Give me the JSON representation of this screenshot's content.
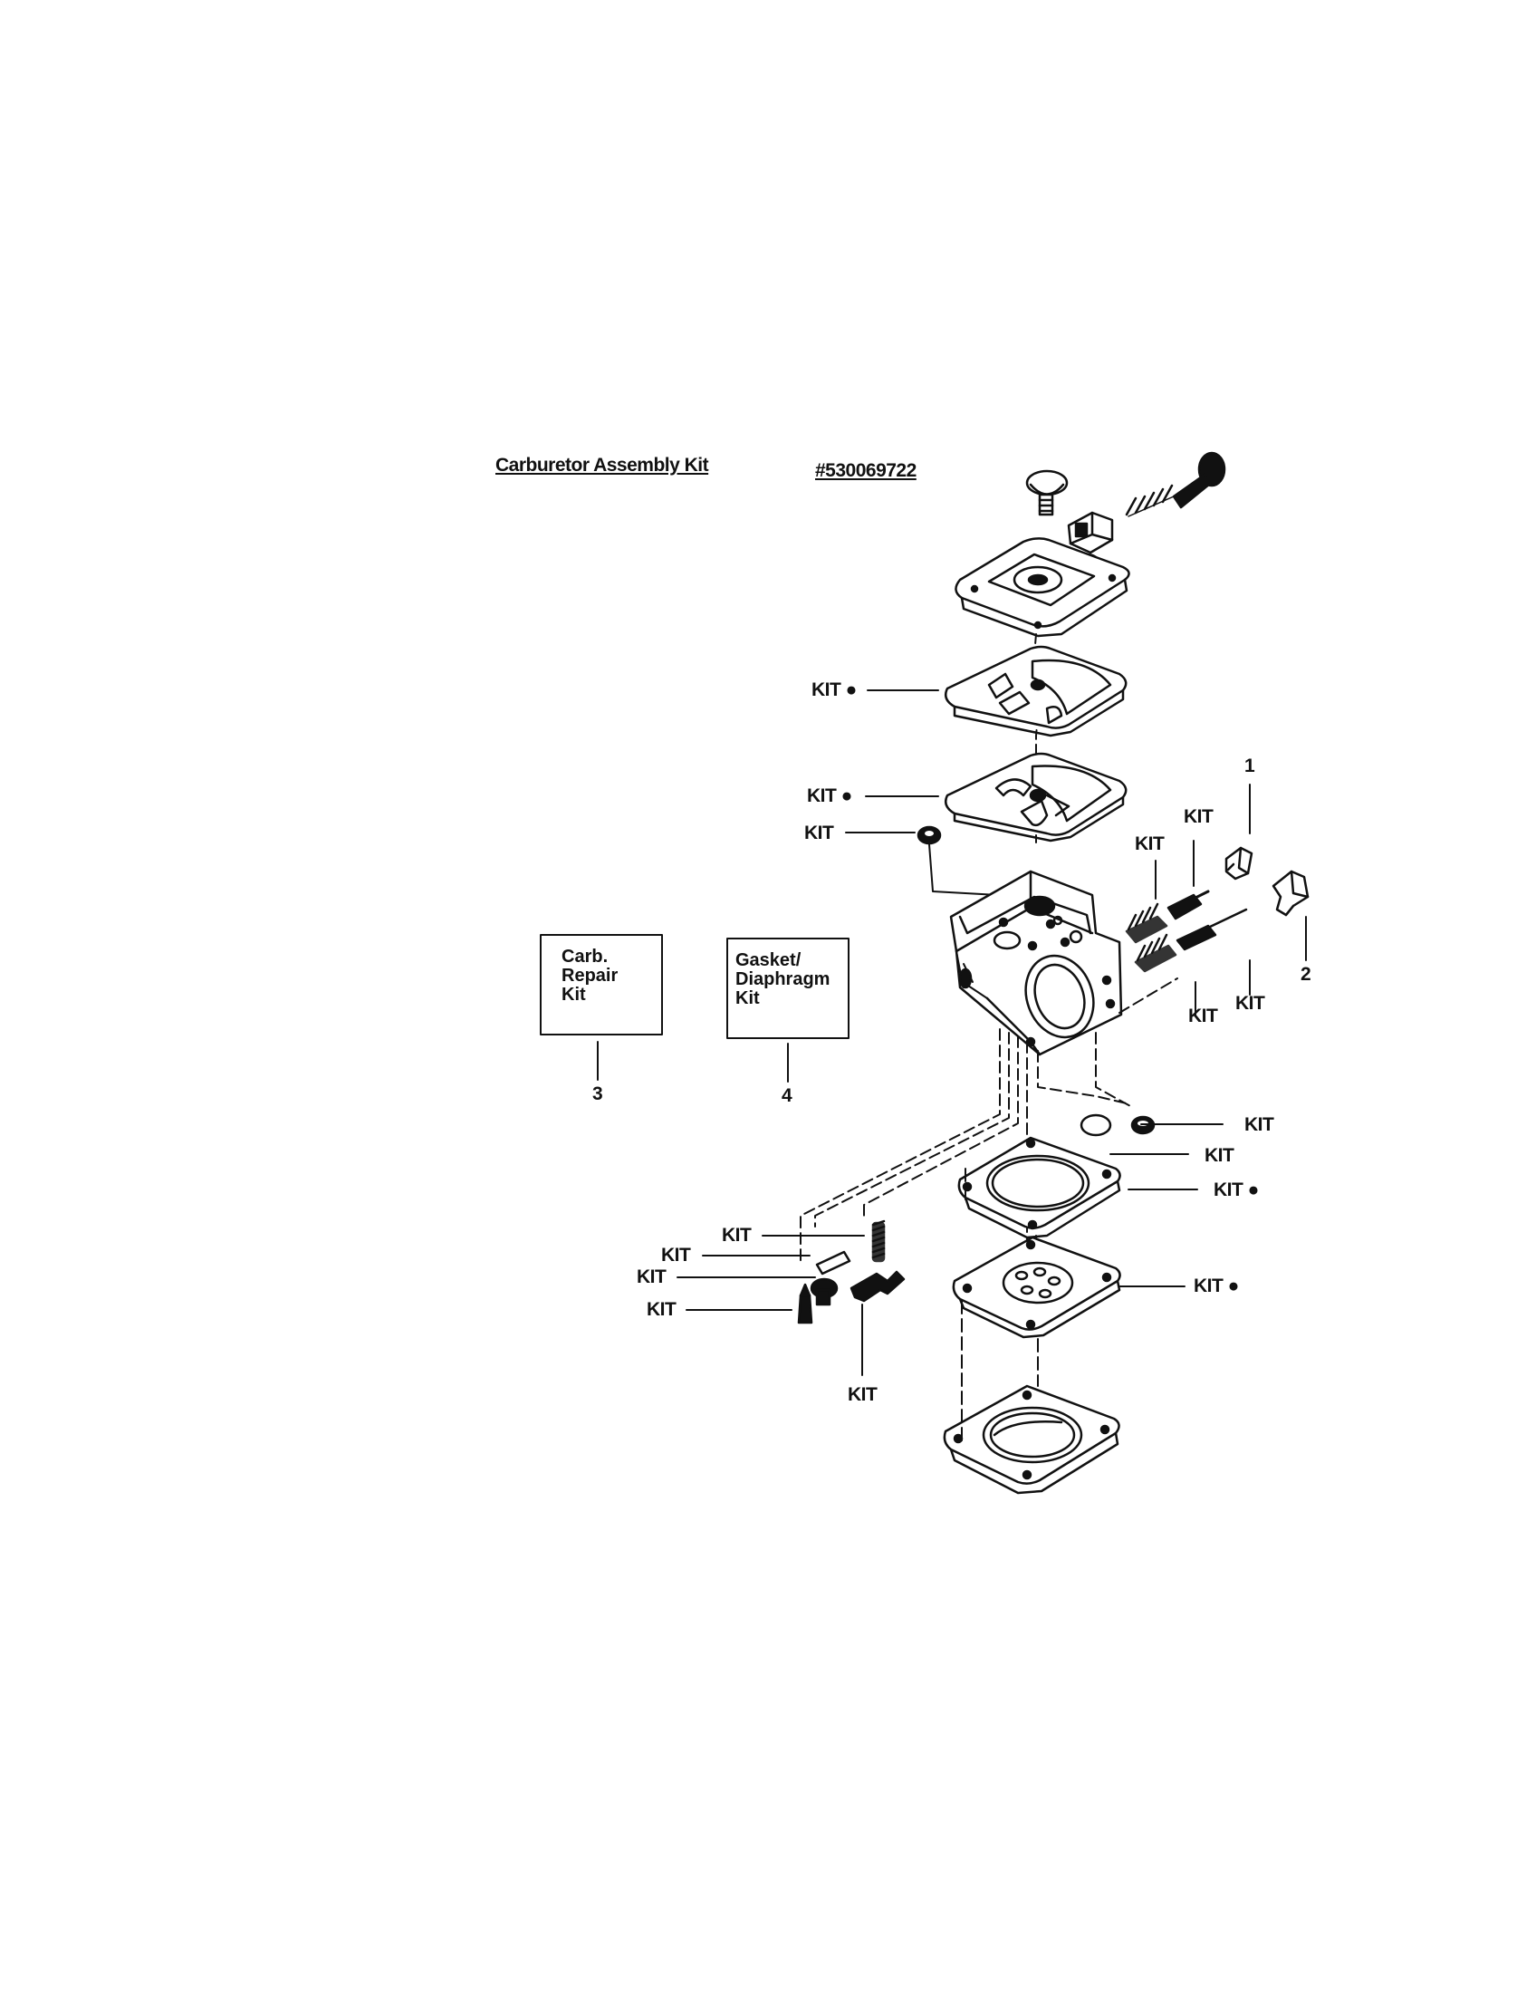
{
  "header": {
    "title": "Carburetor Assembly Kit",
    "part_number": "#530069722"
  },
  "labels": {
    "kit": "KIT",
    "kit_dot": "KIT ●",
    "ref_1": "1",
    "ref_2": "2",
    "ref_3": "3",
    "ref_4": "4"
  },
  "boxes": {
    "repair_kit": [
      "Carb.",
      "Repair",
      "Kit"
    ],
    "gasket_kit": [
      "Gasket/",
      "Diaphragm",
      "Kit"
    ]
  }
}
